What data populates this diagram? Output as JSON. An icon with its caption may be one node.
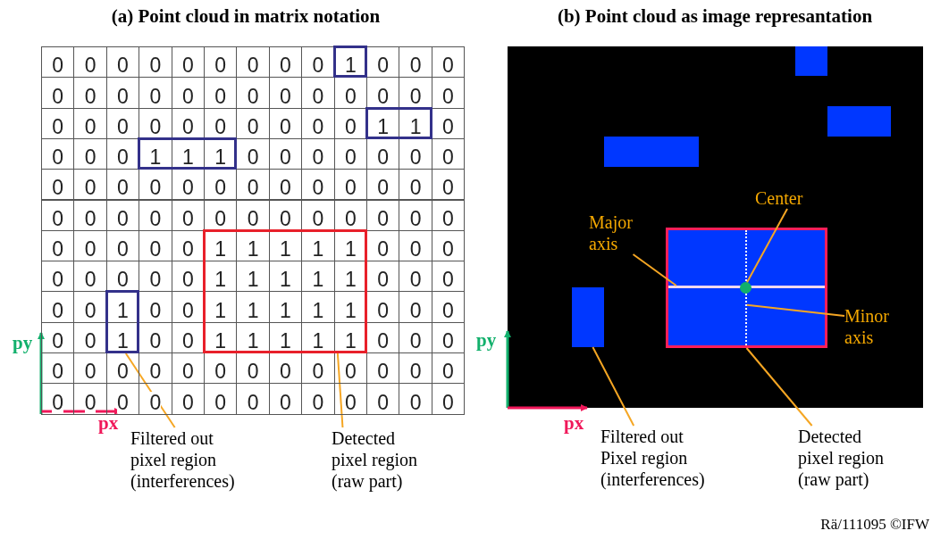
{
  "diagram": {
    "nodes": [
      {
        "text": [
          "Filtered out pixel region (interferences)"
        ]
      },
      {
        "text": [],
        "shape": "box"
      },
      {
        "text": [
          "Detected pixel region (raw part)"
        ]
      },
      {
        "text": [],
        "shape": "box"
      },
      {
        "text": [],
        "shape": "box"
      },
      {
        "text": [],
        "shape": "box"
      },
      {
        "text": [],
        "shape": "box"
      },
      {
        "text": [
          "Major axis"
        ]
      },
      {
        "text": [
          "Center"
        ]
      },
      {
        "text": [
          "Minor axis"
        ]
      },
      {
        "text": [],
        "shape": "box"
      },
      {
        "text": [],
        "shape": "circle",
        "in": 10
      },
      {
        "text": [],
        "shape": "line",
        "in": 10
      },
      {
        "text": [],
        "shape": "line",
        "in": 10
      },
      {
        "text": [
          "Filtered out Pixel region (interferences)"
        ]
      },
      {
        "text": [],
        "shape": "box"
      },
      {
        "text": [
          "Detected pixel region (raw part)"
        ]
      }
    ],
    "edges": [
      {
        "from": 0,
        "to": 1,
        "arrow": "none"
      },
      {
        "from": 2,
        "to": 3,
        "arrow": "none"
      },
      {
        "from": 7,
        "to": 12,
        "arrow": "none"
      },
      {
        "from": 8,
        "to": 11,
        "arrow": "none"
      },
      {
        "from": 9,
        "to": 13,
        "arrow": "none"
      },
      {
        "from": 14,
        "to": 15,
        "arrow": "none"
      },
      {
        "from": 16,
        "to": 10,
        "arrow": "none"
      }
    ],
    "labels": [
      "(a) Point cloud in matrix notation",
      "(b) Point cloud as image represantation",
      "0",
      "0",
      "0",
      "0",
      "0",
      "0",
      "0",
      "0",
      "0",
      "1",
      "0",
      "0",
      "0",
      "0",
      "0",
      "0",
      "0",
      "0",
      "0",
      "0",
      "0",
      "0",
      "0",
      "0",
      "0",
      "0",
      "0",
      "0",
      "0",
      "0",
      "0",
      "0",
      "0",
      "0",
      "0",
      "0",
      "1",
      "1",
      "0",
      "0",
      "0",
      "0",
      "1",
      "1",
      "1",
      "0",
      "0",
      "0",
      "0",
      "0",
      "0",
      "0",
      "0",
      "0",
      "0",
      "0",
      "0",
      "0",
      "0",
      "0",
      "0",
      "0",
      "0",
      "0",
      "0",
      "0",
      "0",
      "0",
      "0",
      "0",
      "0",
      "0",
      "0",
      "0",
      "0",
      "0",
      "0",
      "0",
      "0",
      "0",
      "0",
      "0",
      "0",
      "1",
      "1",
      "1",
      "1",
      "1",
      "0",
      "0",
      "0",
      "0",
      "0",
      "0",
      "0",
      "0",
      "1",
      "1",
      "1",
      "1",
      "1",
      "0",
      "0",
      "0",
      "0",
      "0",
      "1",
      "0",
      "0",
      "1",
      "1",
      "1",
      "1",
      "1",
      "0",
      "0",
      "0",
      "0",
      "0",
      "1",
      "0",
      "0",
      "1",
      "1",
      "1",
      "1",
      "1",
      "0",
      "0",
      "0",
      "0",
      "0",
      "0",
      "0",
      "0",
      "0",
      "0",
      "0",
      "0",
      "0",
      "0",
      "0",
      "0",
      "0",
      "0",
      "0",
      "0",
      "0",
      "0",
      "0",
      "0",
      "0",
      "0",
      "0",
      "0",
      "0",
      "py",
      "px",
      "py",
      "px",
      "Rä/111095 ©IFW"
    ]
  }
}
